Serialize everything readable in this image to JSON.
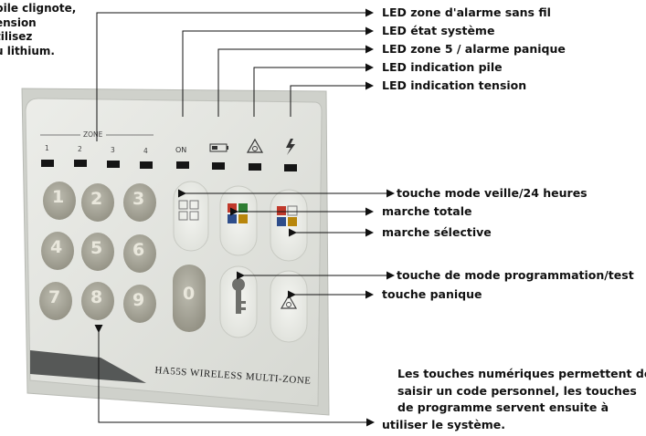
{
  "intro_lines": [
    "pile clignote,",
    "ension",
    "tilisez",
    "u lithium."
  ],
  "callouts": [
    {
      "text": "LED zone d'alarme sans fil"
    },
    {
      "text": "LED état système"
    },
    {
      "text": "LED zone 5 / alarme panique"
    },
    {
      "text": "LED indication pile"
    },
    {
      "text": "LED indication tension"
    },
    {
      "text": "touche mode veille/24 heures"
    },
    {
      "text": "marche totale"
    },
    {
      "text": "marche sélective"
    },
    {
      "text": "touche de mode programmation/test"
    },
    {
      "text": "touche panique"
    }
  ],
  "note_lines": [
    "Les touches numériques permettent de",
    "saisir un code personnel, les touches",
    "de programme servent ensuite à",
    "utiliser le système."
  ],
  "device": {
    "zone_label": "ZONE",
    "zone_numbers": [
      "1",
      "2",
      "3",
      "4"
    ],
    "status_labels": {
      "on": "ON"
    },
    "keys": [
      "1",
      "2",
      "3",
      "4",
      "5",
      "6",
      "7",
      "8",
      "9",
      "0"
    ],
    "model": "HA55S WIRELESS MULTI-ZONE"
  },
  "colors": {
    "panel": "#e4e6e1",
    "frame": "#c9cbc5",
    "key": "#aaa89a",
    "key_text": "#e9e7dc",
    "led": "#151515"
  }
}
